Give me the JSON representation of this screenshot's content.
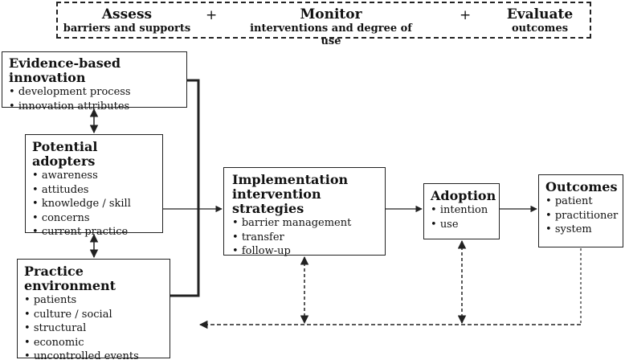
{
  "banner": {
    "assess": {
      "title": "Assess",
      "subtitle": "barriers and supports"
    },
    "monitor": {
      "title": "Monitor",
      "subtitle": "interventions and degree of use"
    },
    "evaluate": {
      "title": "Evaluate",
      "subtitle": "outcomes"
    },
    "plus": "+"
  },
  "boxes": {
    "innovation": {
      "title": "Evidence-based innovation",
      "items": [
        "development process",
        "innovation attributes"
      ]
    },
    "adopters": {
      "title": "Potential adopters",
      "items": [
        "awareness",
        "attitudes",
        "knowledge / skill",
        "concerns",
        "current practice"
      ]
    },
    "environment": {
      "title": "Practice environment",
      "items": [
        "patients",
        "culture / social",
        "structural",
        "economic",
        "uncontrolled events"
      ]
    },
    "implementation": {
      "title_line1": "Implementation",
      "title_line2": "intervention strategies",
      "items": [
        "barrier management",
        "transfer",
        "follow-up"
      ]
    },
    "adoption": {
      "title": "Adoption",
      "items": [
        "intention",
        "use"
      ]
    },
    "outcomes": {
      "title": "Outcomes",
      "items": [
        "patient",
        "practitioner",
        "system"
      ]
    }
  },
  "colors": {
    "line": "#222222",
    "background": "#ffffff"
  }
}
